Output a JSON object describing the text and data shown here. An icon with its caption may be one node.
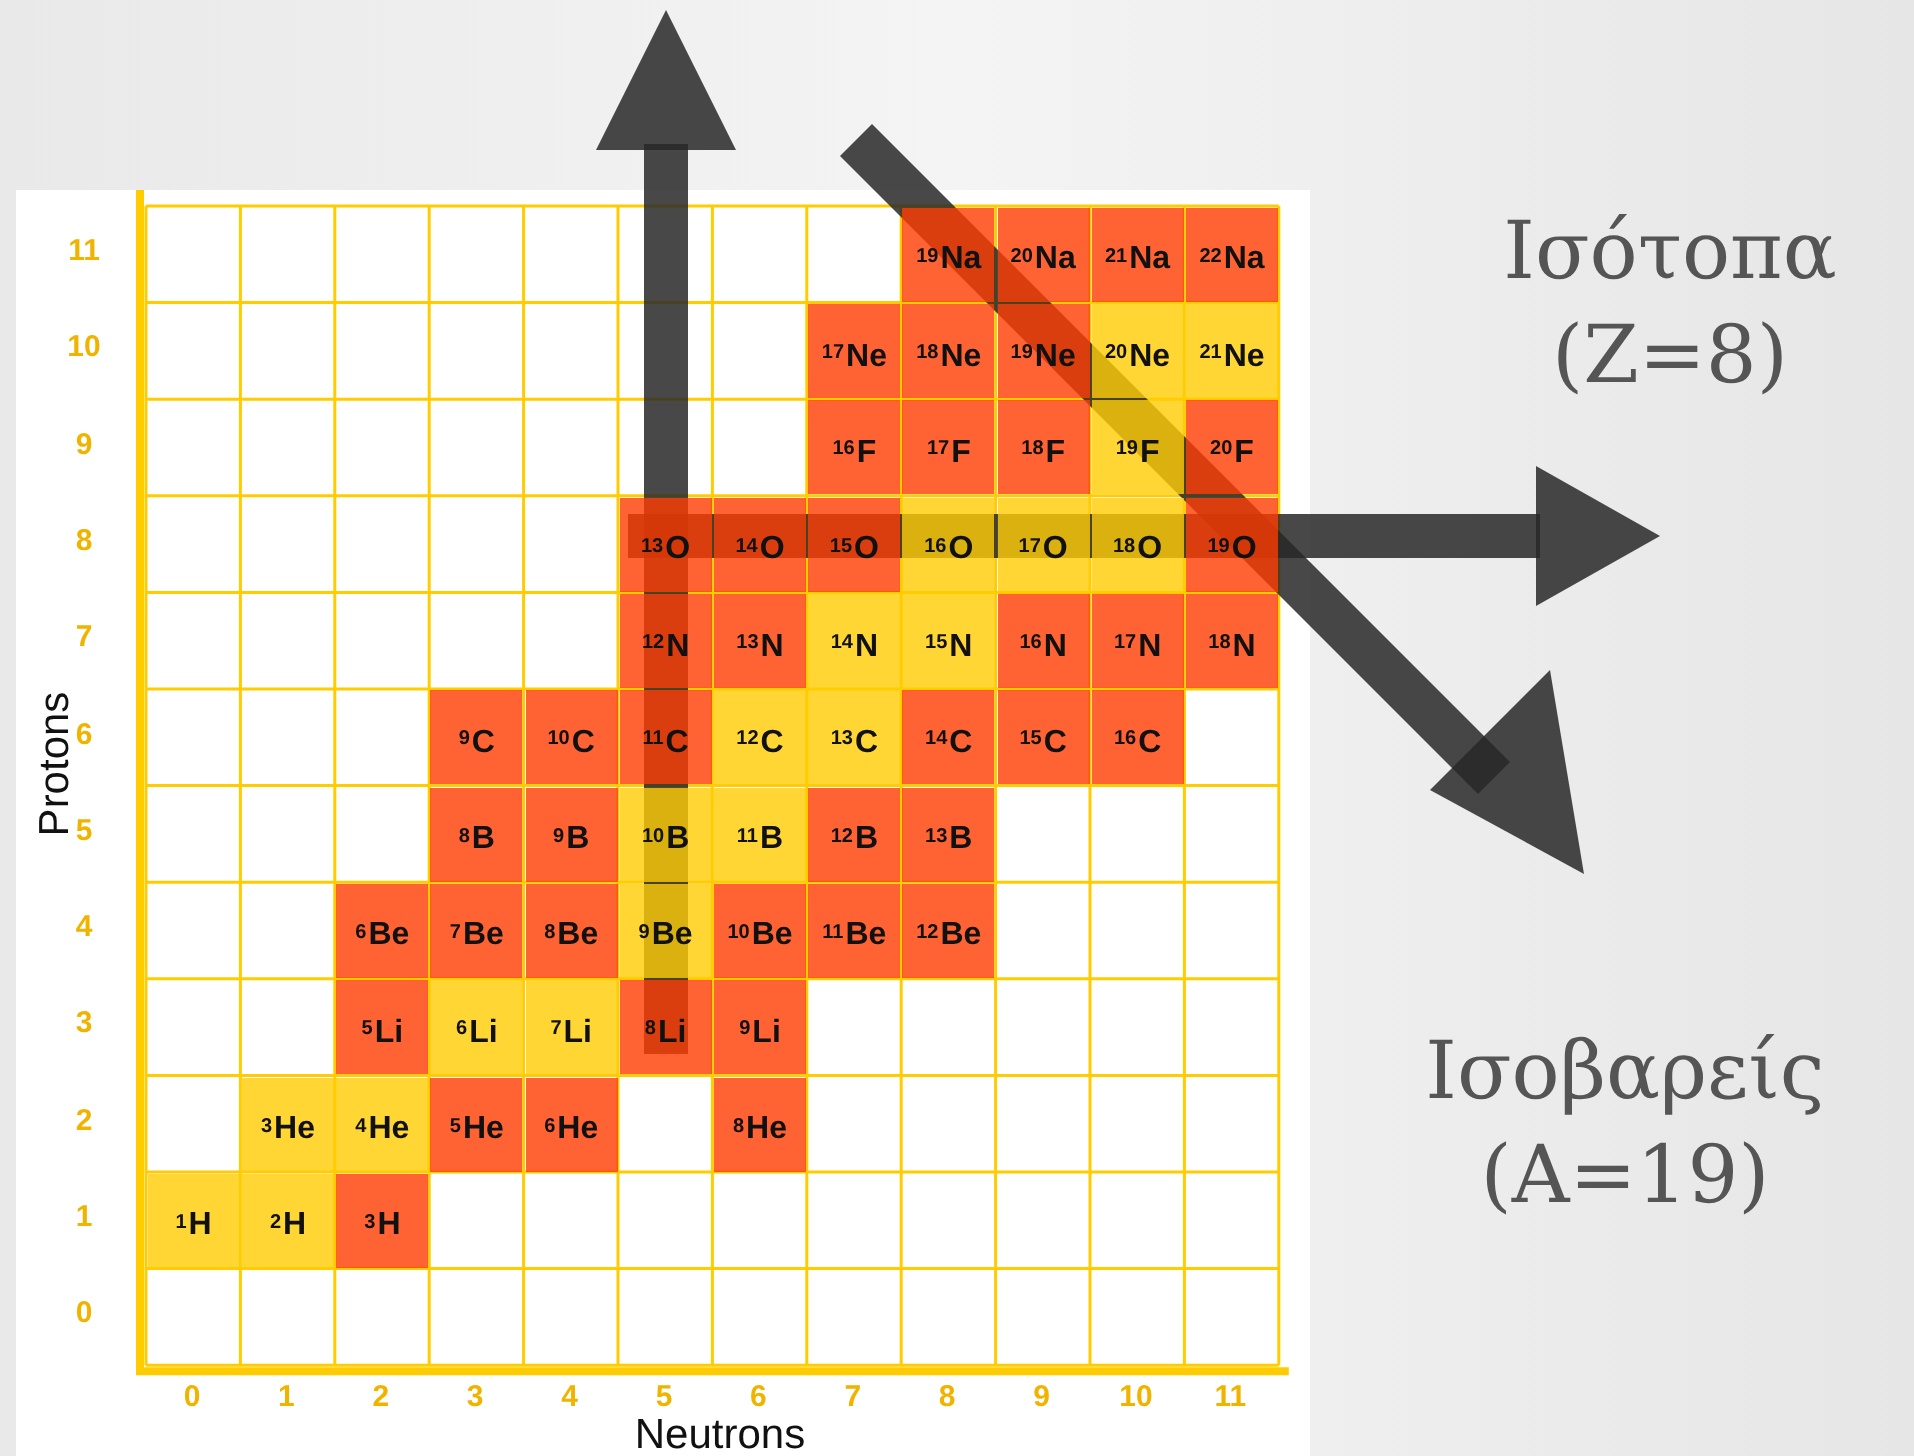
{
  "diagram": {
    "nodes": [
      {
        "text": [
          "$^{19}$Na"
        ]
      },
      {
        "text": [
          "$^{20}$Na"
        ]
      },
      {
        "text": [
          "$^{21}$Na"
        ]
      },
      {
        "text": [
          "$^{22}$Na"
        ]
      },
      {
        "text": [
          "$^{17}$Ne"
        ]
      },
      {
        "text": [
          "$^{18}$Ne"
        ]
      },
      {
        "text": [
          "$^{19}$Ne"
        ]
      },
      {
        "text": [
          "$^{20}$Ne"
        ]
      },
      {
        "text": [
          "$^{21}$Ne"
        ]
      },
      {
        "text": [
          "$^{16}$F"
        ]
      },
      {
        "text": [
          "$^{17}$F"
        ]
      },
      {
        "text": [
          "$^{18}$F"
        ]
      },
      {
        "text": [
          "$^{19}$F"
        ]
      },
      {
        "text": [
          "$^{20}$F"
        ]
      },
      {
        "text": [
          "$^{13}$O"
        ]
      },
      {
        "text": [
          "$^{14}$O"
        ]
      },
      {
        "text": [
          "$^{15}$O"
        ]
      },
      {
        "text": [
          "$^{16}$O"
        ]
      },
      {
        "text": [
          "$^{17}$O"
        ]
      },
      {
        "text": [
          "$^{18}$O"
        ]
      },
      {
        "text": [
          "$^{19}$O"
        ]
      },
      {
        "text": [
          "$^{12}$N"
        ]
      },
      {
        "text": [
          "$^{13}$N"
        ]
      },
      {
        "text": [
          "$^{14}$N"
        ]
      },
      {
        "text": [
          "$^{15}$N"
        ]
      },
      {
        "text": [
          "$^{16}$N"
        ]
      },
      {
        "text": [
          "$^{17}$N"
        ]
      },
      {
        "text": [
          "$^{18}$N"
        ]
      },
      {
        "text": [
          "$^{9}$C"
        ]
      },
      {
        "text": [
          "$^{10}$C"
        ]
      },
      {
        "text": [
          "$^{11}$C"
        ]
      },
      {
        "text": [
          "$^{12}$C"
        ]
      },
      {
        "text": [
          "$^{13}$C"
        ]
      },
      {
        "text": [
          "$^{14}$C"
        ]
      },
      {
        "text": [
          "$^{15}$C"
        ]
      },
      {
        "text": [
          "$^{16}$C"
        ]
      },
      {
        "text": [
          "$^{8}$B"
        ]
      },
      {
        "text": [
          "$^{9}$B"
        ]
      },
      {
        "text": [
          "$^{10}$B"
        ]
      },
      {
        "text": [
          "$^{11}$B"
        ]
      },
      {
        "text": [
          "$^{12}$B"
        ]
      },
      {
        "text": [
          "$^{13}$B"
        ]
      },
      {
        "text": [
          "$^{6}$Be"
        ]
      },
      {
        "text": [
          "$^{7}$Be"
        ]
      },
      {
        "text": [
          "$^{8}$Be"
        ]
      },
      {
        "text": [
          "$^{9}$Be"
        ]
      },
      {
        "text": [
          "$^{10}$Be"
        ]
      },
      {
        "text": [
          "$^{11}$Be"
        ]
      },
      {
        "text": [
          "$^{12}$Be"
        ]
      },
      {
        "text": [
          "$^{5}$Li"
        ]
      },
      {
        "text": [
          "$^{6}$Li"
        ]
      },
      {
        "text": [
          "$^{7}$Li"
        ]
      },
      {
        "text": [
          "$^{8}$Li"
        ]
      },
      {
        "text": [
          "$^{9}$Li"
        ]
      },
      {
        "text": [
          "$^{3}$He"
        ]
      },
      {
        "text": [
          "$^{4}$He"
        ]
      },
      {
        "text": [
          "$^{5}$He"
        ]
      },
      {
        "text": [
          "$^{6}$He"
        ]
      },
      {
        "text": [
          "$^{8}$He"
        ]
      },
      {
        "text": [
          "$^{1}$H"
        ]
      },
      {
        "text": [
          "$^{2}$H"
        ]
      },
      {
        "text": [
          "$^{3}$H"
        ]
      }
    ],
    "labels": [
      "11",
      "10",
      "9",
      "8",
      "7",
      "6",
      "5",
      "4",
      "3",
      "2",
      "1",
      "0",
      "Protons",
      "0",
      "1",
      "2",
      "3",
      "4",
      "5",
      "6",
      "7",
      "8",
      "9",
      "10",
      "11",
      "Neutrons",
      "Ισότοπα (Z=8)",
      "Ισοβαρείς (A=19)"
    ]
  }
}
